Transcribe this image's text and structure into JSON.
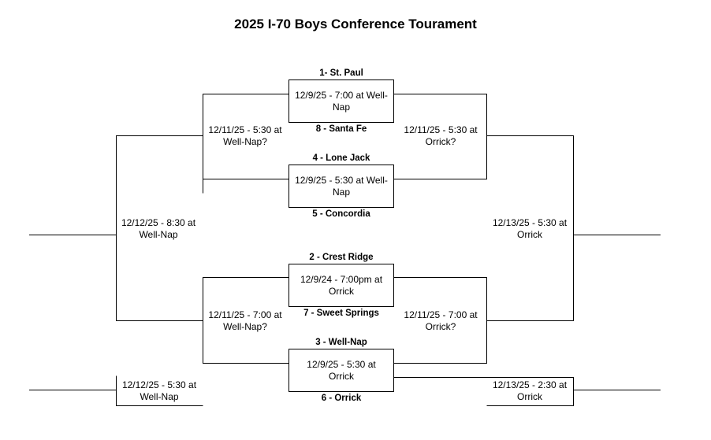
{
  "title": "2025 I-70 Boys Conference Tourament",
  "teams": {
    "seed1": "1- St. Paul",
    "seed8": "8 - Santa Fe",
    "seed4": "4 - Lone Jack",
    "seed5": "5 - Concordia",
    "seed2": "2 - Crest Ridge",
    "seed7": "7 - Sweet Springs",
    "seed3": "3 - Well-Nap",
    "seed6": "6 -  Orrick"
  },
  "games": {
    "qf_1_8": "12/9/25 - 7:00 at Well-Nap",
    "qf_4_5": "12/9/25 - 5:30 at Well-Nap",
    "qf_2_7": "12/9/24 - 7:00pm at Orrick",
    "qf_3_6": "12/9/25 - 5:30 at Orrick",
    "sf_left_top": "12/11/25 - 5:30 at Well-Nap?",
    "sf_right_top": "12/11/25 - 5:30 at Orrick?",
    "sf_left_bottom": "12/11/25 - 7:00 at Well-Nap?",
    "sf_right_bottom": "12/11/25 - 7:00 at Orrick?",
    "final_left": "12/12/25 - 8:30 at Well-Nap",
    "final_right": "12/13/25 - 5:30 at Orrick",
    "consolation_left": "12/12/25 - 5:30 at Well-Nap",
    "consolation_right": "12/13/25 - 2:30 at Orrick"
  }
}
